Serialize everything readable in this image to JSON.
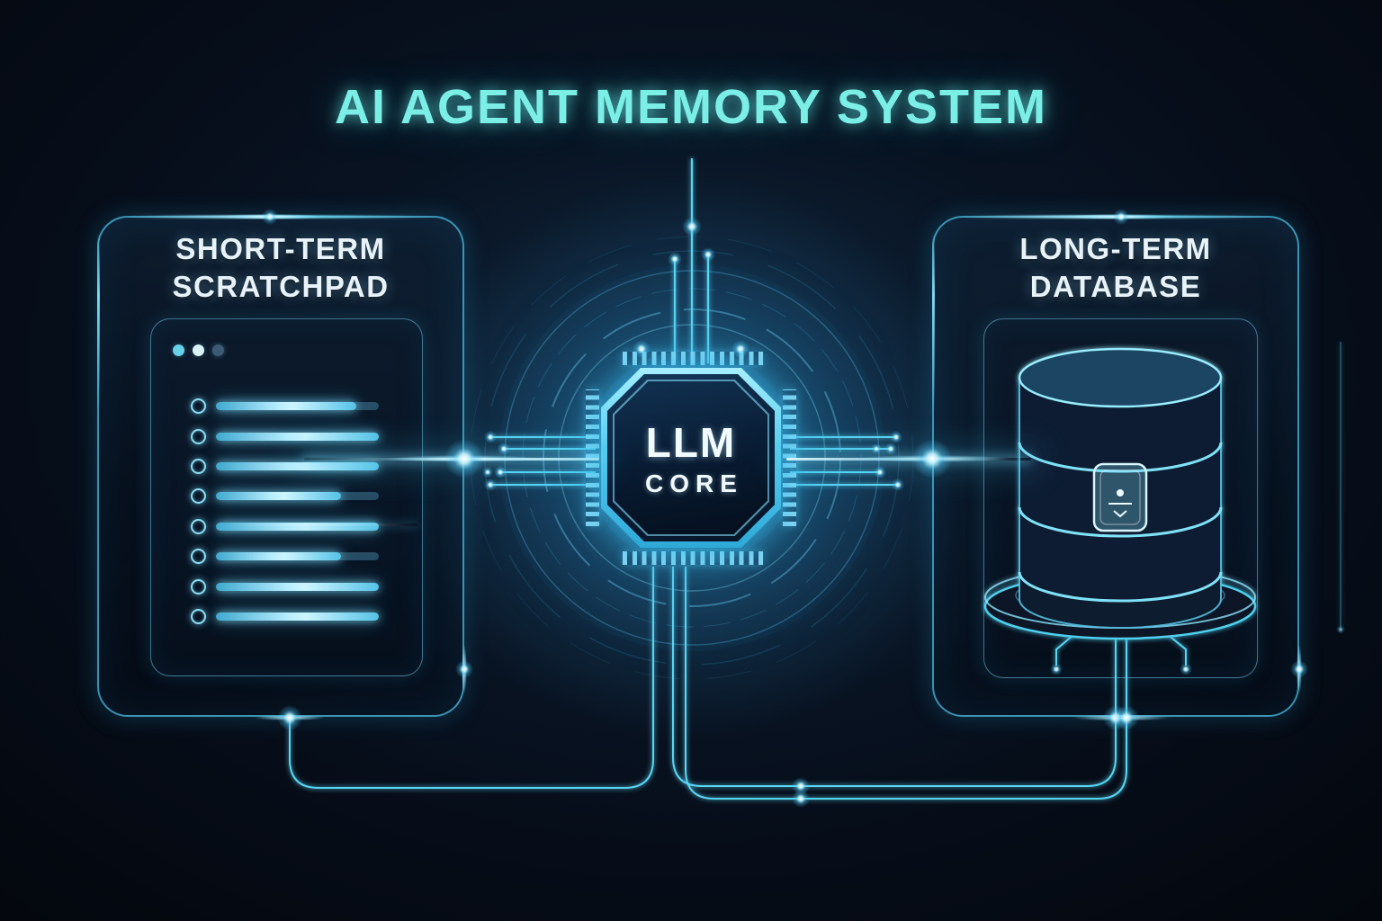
{
  "title": "AI AGENT MEMORY SYSTEM",
  "left_panel": {
    "title_line1": "SHORT-TERM",
    "title_line2": "SCRATCHPAD",
    "window_dots": [
      "#66d2e9",
      "#d9f1f7",
      "#3c5a74"
    ],
    "items": [
      {
        "fill": 86
      },
      {
        "fill": 100
      },
      {
        "fill": 100
      },
      {
        "fill": 77
      },
      {
        "fill": 100
      },
      {
        "fill": 77
      },
      {
        "fill": 100
      },
      {
        "fill": 100
      }
    ]
  },
  "core": {
    "line1": "LLM",
    "line2": "CORE"
  },
  "right_panel": {
    "title_line1": "LONG-TERM",
    "title_line2": "DATABASE",
    "disc_count": 4
  },
  "colors": {
    "background": "#060c16",
    "accent": "#49d4f2",
    "title_text": "#7beee6",
    "heading_text": "#e7f2f9",
    "core_text": "#f1fafd",
    "bar_fill": "#9fe6ff",
    "panel_border": "#3fb5d8"
  },
  "icons": {
    "center": "cpu-chip-icon",
    "right": "database-cylinder-icon",
    "left": "scratchpad-list-icon",
    "emblem": "data-cube-icon"
  }
}
